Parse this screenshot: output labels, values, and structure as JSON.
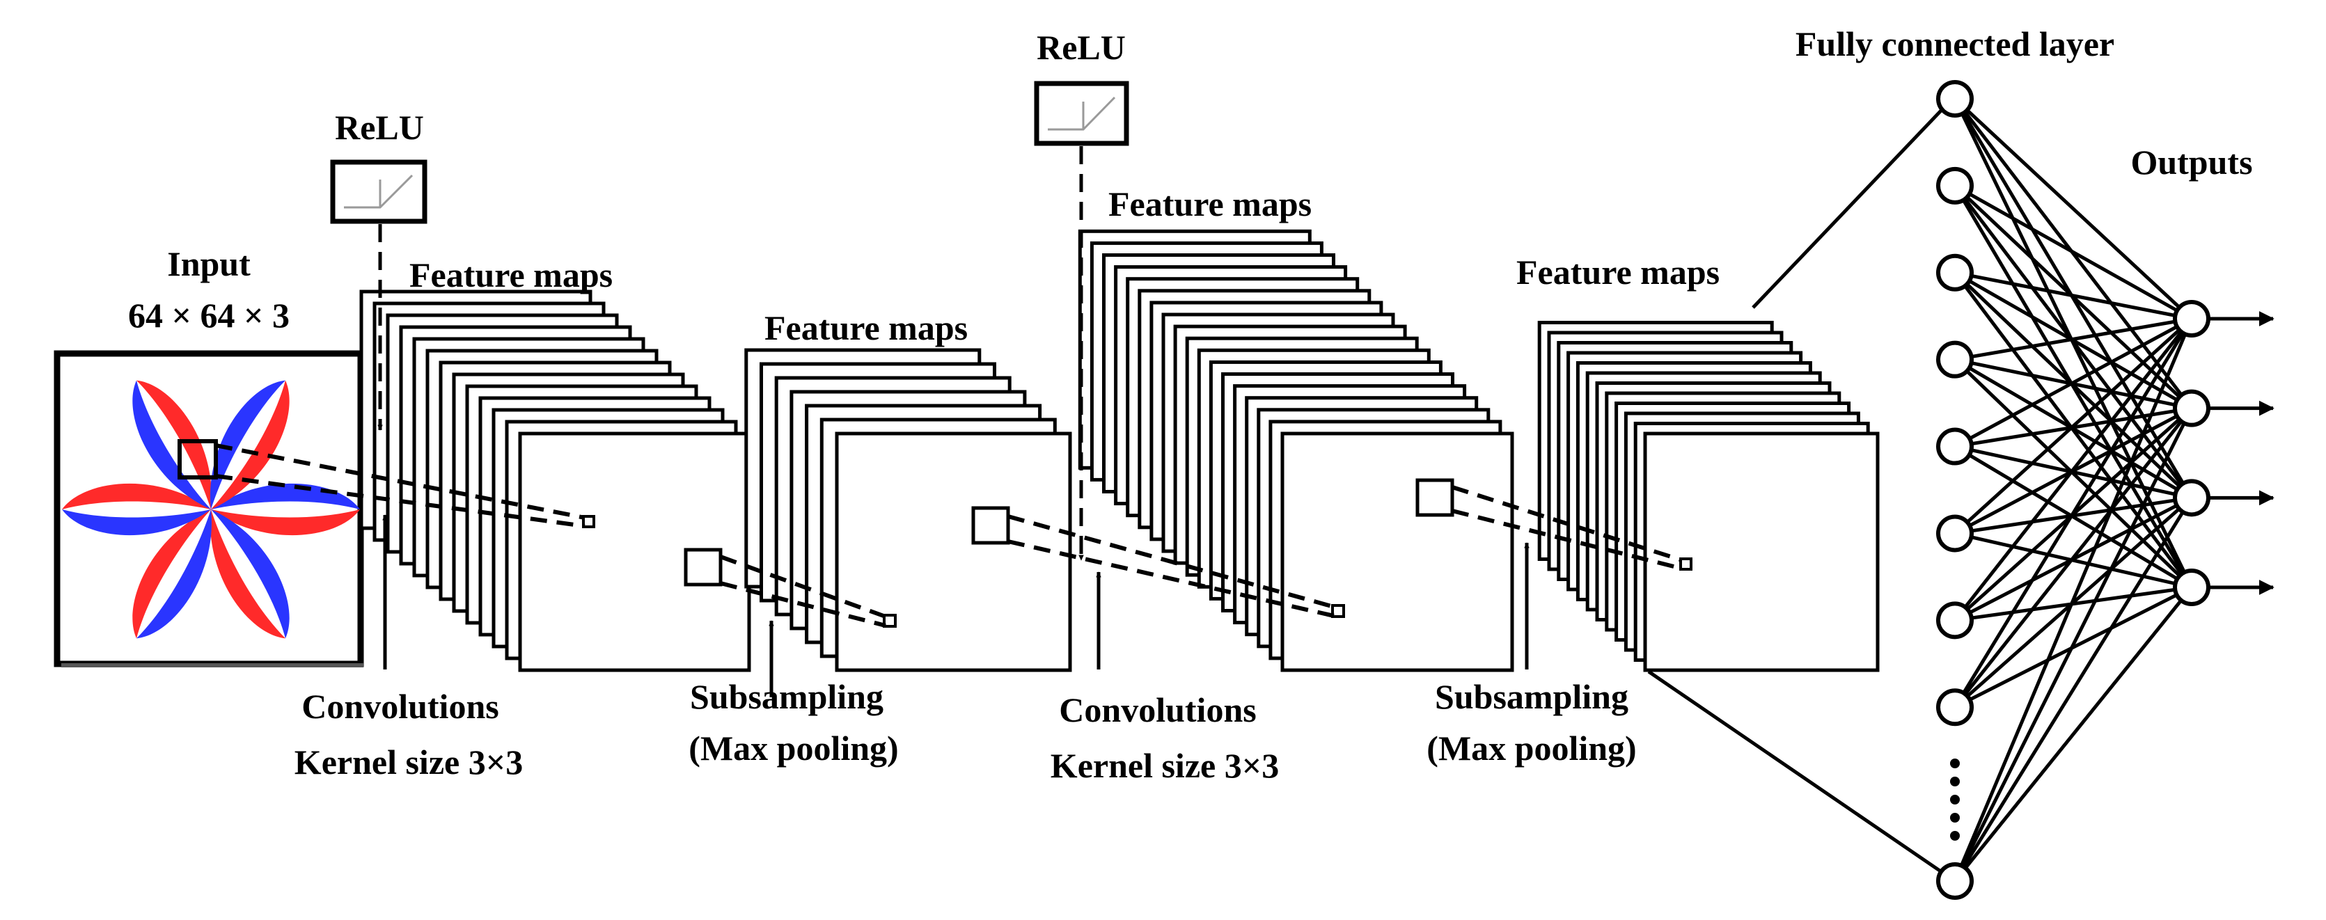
{
  "colors": {
    "ink": "#000000",
    "petal_red": "#ff2a2a",
    "petal_blue": "#2a35ff",
    "relu_curve": "#9a9a9a"
  },
  "labels": {
    "input_title": "Input",
    "input_size": "64 × 64 × 3",
    "relu_1": "ReLU",
    "relu_2": "ReLU",
    "feature_maps_1": "Feature maps",
    "feature_maps_2": "Feature maps",
    "feature_maps_3": "Feature maps",
    "feature_maps_4": "Feature maps",
    "conv_1_line1": "Convolutions",
    "conv_1_line2": "Kernel size 3×3",
    "subsampling_1_line1": "Subsampling",
    "subsampling_1_line2": "(Max pooling)",
    "conv_2_line1": "Convolutions",
    "conv_2_line2": "Kernel size 3×3",
    "subsampling_2_line1": "Subsampling",
    "subsampling_2_line2": "(Max pooling)",
    "fully_connected": "Fully connected layer",
    "outputs": "Outputs"
  },
  "structure": {
    "stacks": [
      {
        "name": "feature-map-stack-1",
        "count": 13
      },
      {
        "name": "feature-map-stack-2",
        "count": 7
      },
      {
        "name": "feature-map-stack-3",
        "count": 18
      },
      {
        "name": "feature-map-stack-4",
        "count": 12
      }
    ],
    "hidden_nodes": 10,
    "output_nodes": 4,
    "input_petals": 6
  }
}
